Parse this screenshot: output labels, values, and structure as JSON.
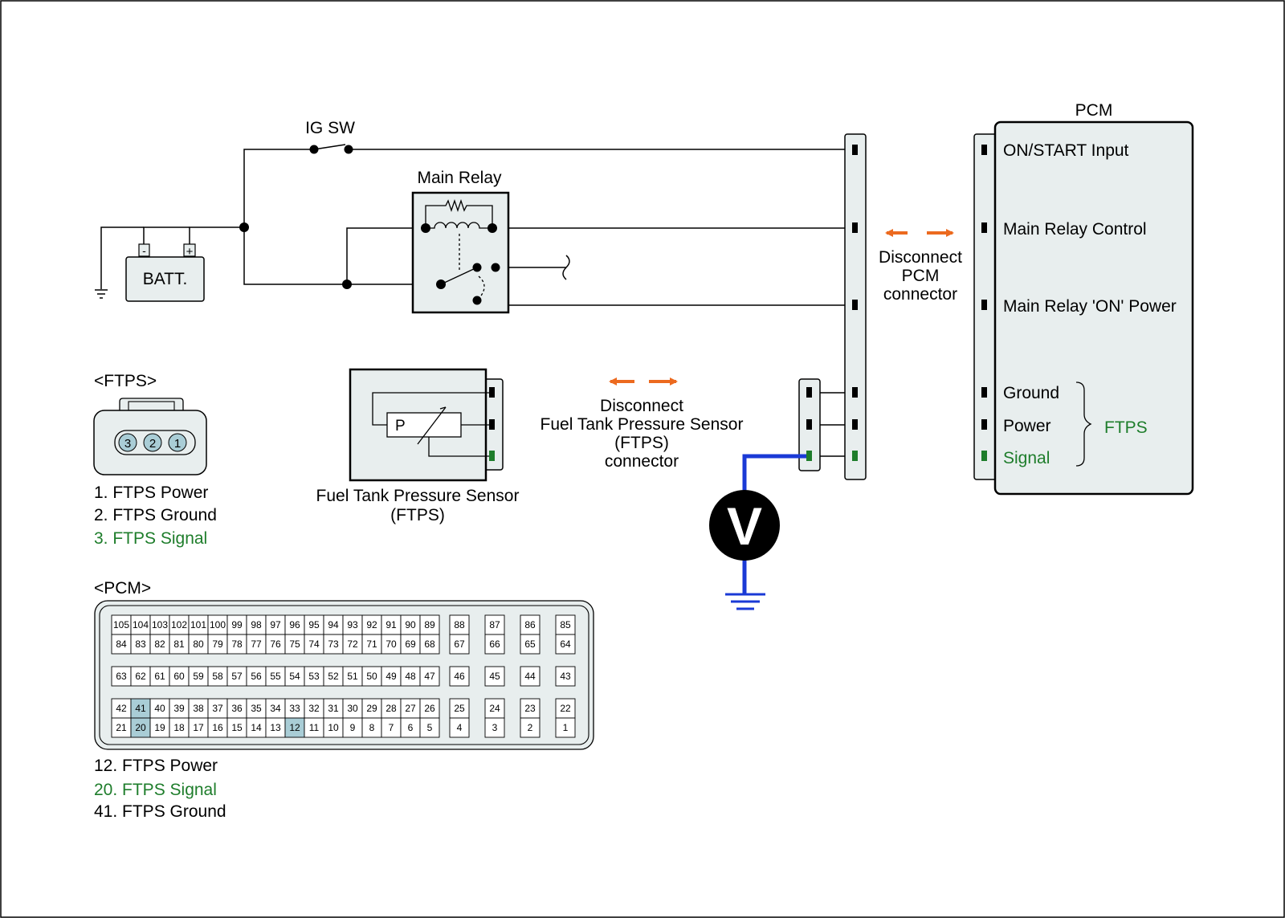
{
  "diagram": {
    "ig_switch_label": "IG SW",
    "main_relay_label": "Main Relay",
    "battery_label": "BATT.",
    "battery_minus": "-",
    "battery_plus": "+",
    "pcm_label": "PCM",
    "pcm_terminals": {
      "on_start": "ON/START Input",
      "main_relay_control": "Main Relay Control",
      "main_relay_on_power": "Main Relay 'ON' Power",
      "ground": "Ground",
      "power": "Power",
      "signal": "Signal",
      "ftps_group": "FTPS"
    },
    "disconnect_pcm": [
      "Disconnect",
      "PCM",
      "connector"
    ],
    "disconnect_ftps": [
      "Disconnect",
      "Fuel Tank Pressure Sensor",
      "(FTPS)",
      "connector"
    ],
    "sensor_symbol": "P",
    "sensor_caption": [
      "Fuel Tank Pressure Sensor",
      "(FTPS)"
    ],
    "voltmeter_symbol": "V"
  },
  "ftps_connector": {
    "title": "<FTPS>",
    "pins": [
      "3",
      "2",
      "1"
    ],
    "legend": [
      "1. FTPS Power",
      "2. FTPS Ground",
      "3. FTPS Signal"
    ]
  },
  "pcm_connector": {
    "title": "<PCM>",
    "row1": [
      "105",
      "104",
      "103",
      "102",
      "101",
      "100",
      "99",
      "98",
      "97",
      "96",
      "95",
      "94",
      "93",
      "92",
      "91",
      "90",
      "89"
    ],
    "row2": [
      "84",
      "83",
      "82",
      "81",
      "80",
      "79",
      "78",
      "77",
      "76",
      "75",
      "74",
      "73",
      "72",
      "71",
      "70",
      "69",
      "68"
    ],
    "row3": [
      "63",
      "62",
      "61",
      "60",
      "59",
      "58",
      "57",
      "56",
      "55",
      "54",
      "53",
      "52",
      "51",
      "50",
      "49",
      "48",
      "47"
    ],
    "row4": [
      "42",
      "41",
      "40",
      "39",
      "38",
      "37",
      "36",
      "35",
      "34",
      "33",
      "32",
      "31",
      "30",
      "29",
      "28",
      "27",
      "26"
    ],
    "row5": [
      "21",
      "20",
      "19",
      "18",
      "17",
      "16",
      "15",
      "14",
      "13",
      "12",
      "11",
      "10",
      "9",
      "8",
      "7",
      "6",
      "5"
    ],
    "single_top": [
      "88",
      "87",
      "86",
      "85"
    ],
    "single_second": [
      "67",
      "66",
      "65",
      "64"
    ],
    "single_middle": [
      "46",
      "45",
      "44",
      "43"
    ],
    "single_fourth": [
      "25",
      "24",
      "23",
      "22"
    ],
    "single_bottom": [
      "4",
      "3",
      "2",
      "1"
    ],
    "highlighted_pins": [
      "41",
      "20",
      "12"
    ],
    "legend": [
      "12. FTPS Power",
      "20. FTPS Signal",
      "41. FTPS Ground"
    ]
  },
  "colors": {
    "wire": "#000000",
    "signal_green": "#1e7d2b",
    "arrow_orange": "#ec6a1f",
    "probe_blue": "#1a3ad6",
    "connector_fill": "#e8eeee",
    "pin_highlight": "#a9cdd6"
  }
}
